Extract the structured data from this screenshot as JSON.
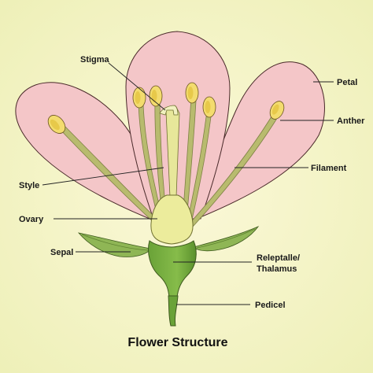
{
  "title": "Flower Structure",
  "labels": {
    "stigma": "Stigma",
    "petal": "Petal",
    "anther": "Anther",
    "filament": "Filament",
    "style": "Style",
    "ovary": "Ovary",
    "sepal": "Sepal",
    "receptacle_line1": "Releptalle/",
    "receptacle_line2": "Thalamus",
    "pedicel": "Pedicel"
  },
  "colors": {
    "background_center": "#fbf8d8",
    "background_edge": "#eef0b8",
    "petal_fill": "#f4c6c8",
    "petal_outline": "#4a2a2a",
    "anther_fill": "#f3dc6e",
    "filament_fill": "#b8bb6e",
    "ovary_fill": "#ecec9c",
    "receptacle_fill": "#7db344",
    "leader_line": "#222222"
  }
}
